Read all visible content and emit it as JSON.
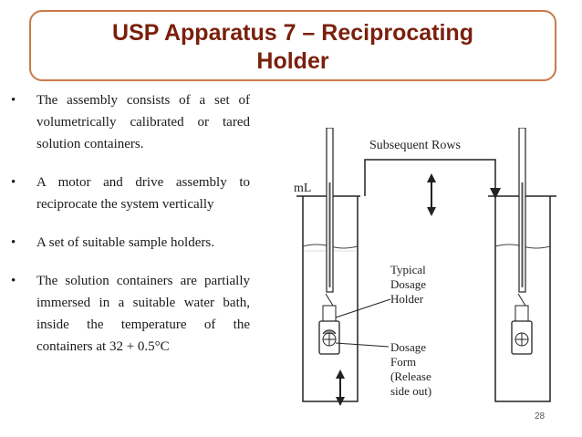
{
  "title": {
    "line1": "USP Apparatus 7 – Reciprocating",
    "line2": "Holder"
  },
  "bullets": [
    "The assembly consists of a set of volumetrically calibrated or tared solution containers.",
    "A motor and drive assembly to reciprocate the system vertically",
    "A set of suitable sample holders.",
    "The solution containers are partially immersed in a suitable water bath, inside the temperature of the containers at 32 + 0.5°C"
  ],
  "bullet_symbol": "•",
  "diagram": {
    "subsequent_rows": "Subsequent Rows",
    "ml": "mL",
    "holder_label": [
      "Typical",
      "Dosage",
      "Holder"
    ],
    "form_label": [
      "Dosage",
      "Form",
      "(Release",
      "side out)"
    ]
  },
  "page_number": "28",
  "colors": {
    "title_text": "#7a1f0c",
    "title_border": "#c97a4a"
  }
}
